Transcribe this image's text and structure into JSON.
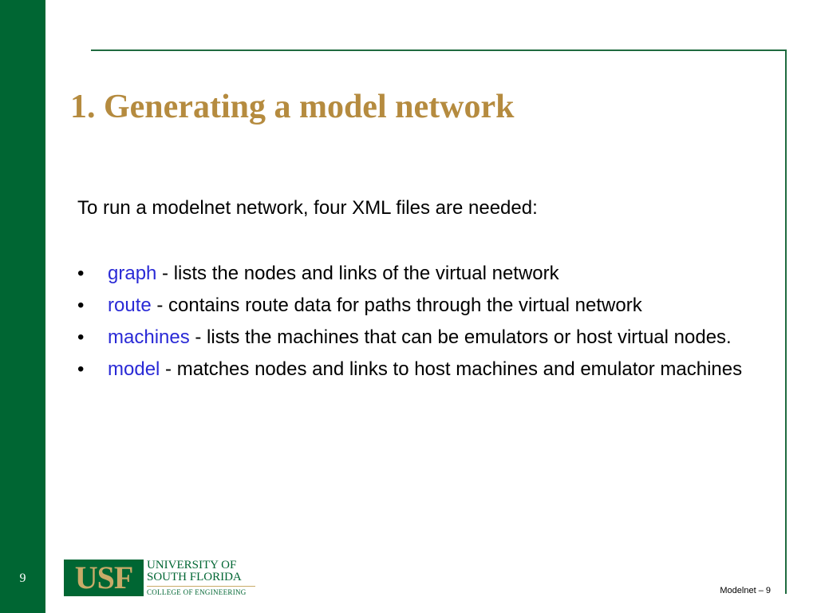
{
  "slide": {
    "title": "1. Generating a model network",
    "intro": "To run a modelnet network, four XML files are needed:",
    "bullet_glyph": "•",
    "bullets": [
      {
        "term": "graph",
        "description": " - lists the nodes and links of the virtual network"
      },
      {
        "term": "route",
        "description": " - contains route data for paths through the virtual network"
      },
      {
        "term": "machines",
        "description": " - lists the machines that can be emulators or host virtual nodes."
      },
      {
        "term": "model",
        "description": " - matches nodes and links to host machines and emulator machines"
      }
    ],
    "slide_number": "9",
    "footer": "Modelnet – 9"
  },
  "logo": {
    "abbr": "USF",
    "line1": "UNIVERSITY OF",
    "line2": "SOUTH FLORIDA",
    "line3": "COLLEGE OF ENGINEERING"
  },
  "colors": {
    "sidebar_green": "#006633",
    "title_gold": "#b58b3f",
    "term_blue": "#2a2ad6",
    "frame_green": "#1f6b3f"
  }
}
